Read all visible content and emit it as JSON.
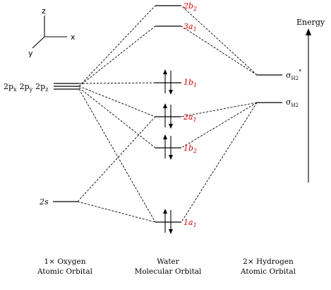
{
  "axes": {
    "x": "x",
    "y": "y",
    "z": "z"
  },
  "energy_label": "Energy",
  "oxygen": {
    "p_labels": {
      "px": "2p",
      "px_sub": "x",
      "py": "2p",
      "py_sub": "y",
      "pz": "2p",
      "pz_sub": "z"
    },
    "s_label": "2s",
    "caption_line1": "1× Oxygen",
    "caption_line2": "Atomic Orbital"
  },
  "water": {
    "orbitals": [
      {
        "name": "2b",
        "sub": "2",
        "electrons": 0
      },
      {
        "name": "3a",
        "sub": "1",
        "electrons": 0
      },
      {
        "name": "1b",
        "sub": "1",
        "electrons": 2
      },
      {
        "name": "2a",
        "sub": "1",
        "electrons": 2
      },
      {
        "name": "1b",
        "sub": "2",
        "electrons": 2
      },
      {
        "name": "1a",
        "sub": "1",
        "electrons": 2
      }
    ],
    "caption_line1": "Water",
    "caption_line2": "Molecular Orbital"
  },
  "hydrogen": {
    "sigma_star": {
      "sym": "σ",
      "sub": "H2",
      "sup": "*"
    },
    "sigma": {
      "sym": "σ",
      "sub": "H2"
    },
    "caption_line1": "2× Hydrogen",
    "caption_line2": "Atomic Orbital"
  },
  "colors": {
    "mo_label": "#cc0000",
    "line": "#000000"
  }
}
